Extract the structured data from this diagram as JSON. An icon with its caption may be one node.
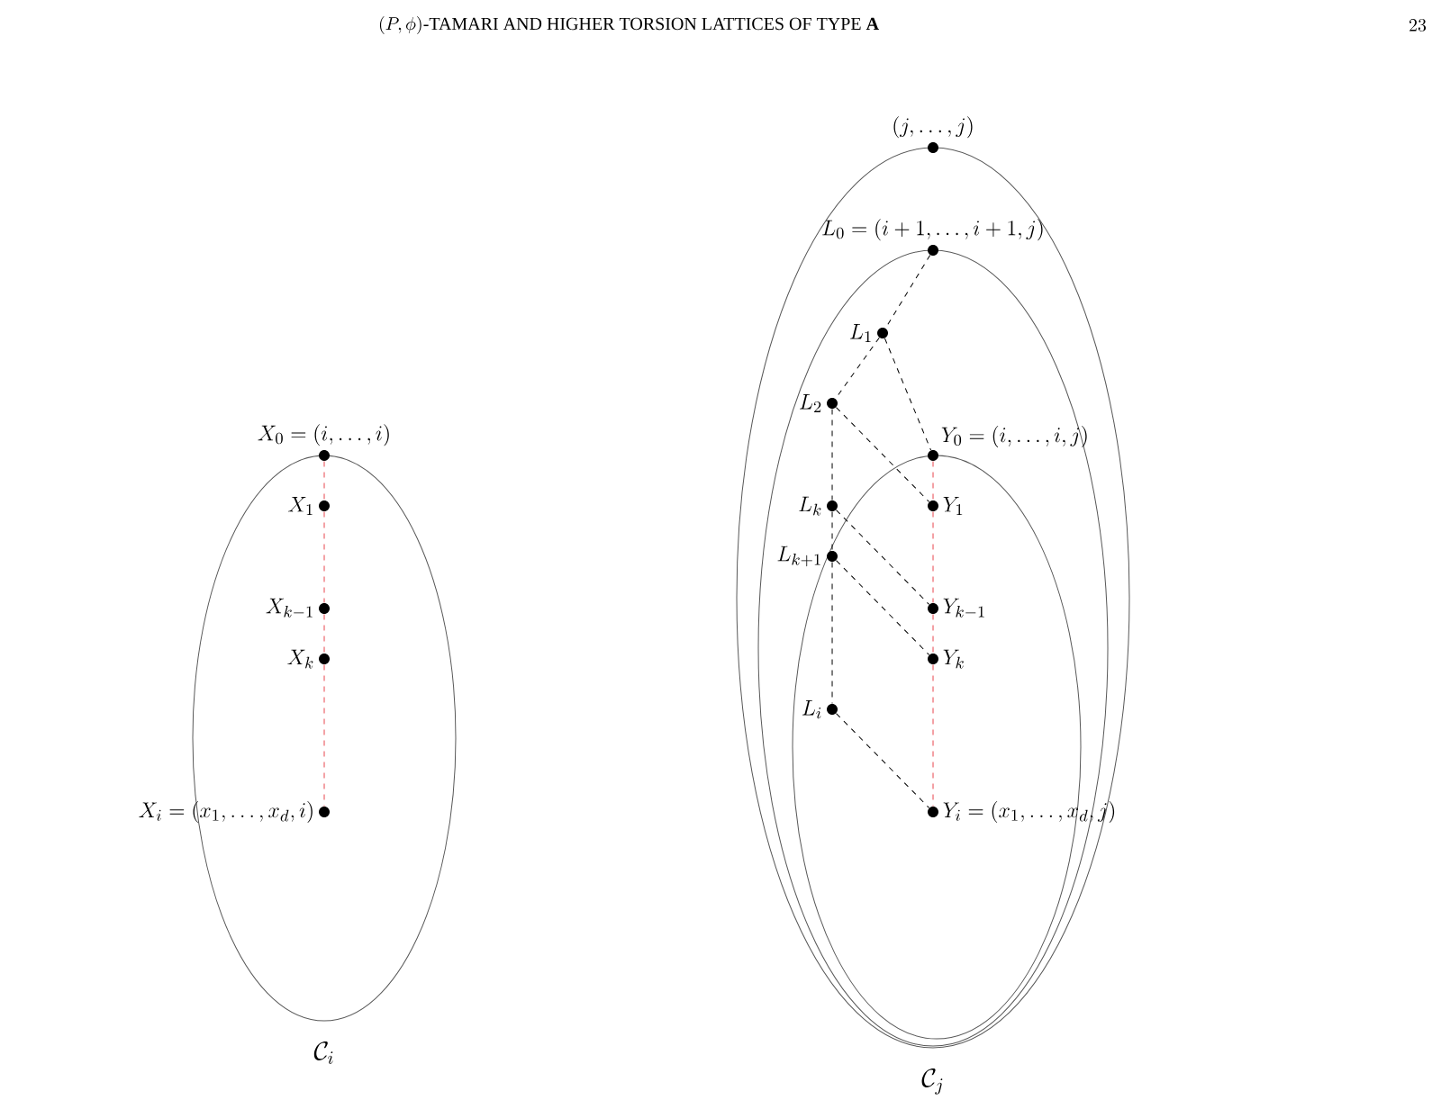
{
  "diagram": {
    "nodes": [
      {
        "text": [
          "\\mathcal{C}_i"
        ]
      },
      {
        "text": [
          "X_0 = (i, \\ldots, i)"
        ]
      },
      {
        "text": [
          "X_1"
        ],
        "in": 0
      },
      {
        "text": [
          "X_{k-1}"
        ],
        "in": 0
      },
      {
        "text": [
          "X_k"
        ],
        "in": 0
      },
      {
        "text": [
          "X_i = (x_1, \\ldots, x_d, i)"
        ],
        "in": 0
      },
      {
        "text": [
          "\\mathcal{C}_j"
        ]
      },
      {
        "text": [],
        "shape": "ellipse",
        "in": 6
      },
      {
        "text": [],
        "shape": "ellipse",
        "in": 7
      },
      {
        "text": [
          "(j, \\ldots, j)"
        ]
      },
      {
        "text": [
          "L_0 = (i+1, \\ldots, i+1, j)"
        ],
        "in": 6
      },
      {
        "text": [
          "L_1"
        ],
        "in": 7
      },
      {
        "text": [
          "L_2"
        ],
        "in": 7
      },
      {
        "text": [
          "Y_0 = (i, \\ldots, i, j)"
        ],
        "in": 7
      },
      {
        "text": [
          "L_k"
        ],
        "in": 7
      },
      {
        "text": [
          "Y_1"
        ],
        "in": 8
      },
      {
        "text": [
          "L_{k+1}"
        ],
        "in": 8
      },
      {
        "text": [
          "Y_{k-1}"
        ],
        "in": 8
      },
      {
        "text": [
          "Y_k"
        ],
        "in": 8
      },
      {
        "text": [
          "L_i"
        ],
        "in": 8
      },
      {
        "text": [
          "Y_i = (x_1, \\ldots, x_d, j)"
        ],
        "in": 8
      }
    ],
    "edges": [
      {
        "from": 1,
        "to": 2,
        "arrow": "none",
        "style": "dashed",
        "color": "#e8474f"
      },
      {
        "from": 2,
        "to": 3,
        "arrow": "none",
        "style": "dashed",
        "color": "#e8474f"
      },
      {
        "from": 3,
        "to": 4,
        "arrow": "none",
        "style": "dashed",
        "color": "#e8474f"
      },
      {
        "from": 4,
        "to": 5,
        "arrow": "none",
        "style": "dashed",
        "color": "#e8474f"
      },
      {
        "from": 10,
        "to": 11,
        "arrow": "none",
        "style": "dashed"
      },
      {
        "from": 11,
        "to": 12,
        "arrow": "none",
        "style": "dashed"
      },
      {
        "from": 11,
        "to": 13,
        "arrow": "none",
        "style": "dashed"
      },
      {
        "from": 12,
        "to": 14,
        "arrow": "none",
        "style": "dashed"
      },
      {
        "from": 12,
        "to": 15,
        "arrow": "none",
        "style": "dashed"
      },
      {
        "from": 14,
        "to": 16,
        "arrow": "none",
        "style": "dashed"
      },
      {
        "from": 14,
        "to": 17,
        "arrow": "none",
        "style": "dashed"
      },
      {
        "from": 16,
        "to": 18,
        "arrow": "none",
        "style": "dashed"
      },
      {
        "from": 16,
        "to": 19,
        "arrow": "none",
        "style": "dashed"
      },
      {
        "from": 19,
        "to": 20,
        "arrow": "none",
        "style": "dashed"
      },
      {
        "from": 13,
        "to": 15,
        "arrow": "none",
        "style": "dashed",
        "color": "#e8474f"
      },
      {
        "from": 15,
        "to": 17,
        "arrow": "none",
        "style": "dashed",
        "color": "#e8474f"
      },
      {
        "from": 17,
        "to": 18,
        "arrow": "none",
        "style": "dashed",
        "color": "#e8474f"
      },
      {
        "from": 18,
        "to": 20,
        "arrow": "none",
        "style": "dashed",
        "color": "#e8474f"
      }
    ],
    "labels": [
      "(P,\\phi)\\text{-TAMARI AND HIGHER TORSION LATTICES OF TYPE }\\mathbf{A}",
      "23"
    ]
  }
}
